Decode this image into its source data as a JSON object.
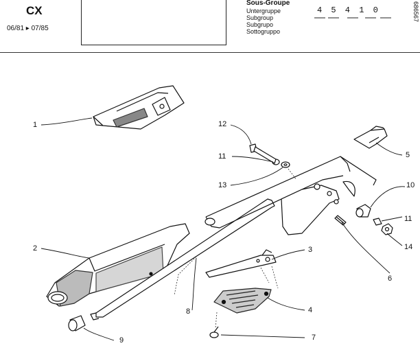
{
  "header": {
    "model": "CX",
    "dates": "06/81 ▸ 07/85",
    "subgroup_labels": [
      "Sous-Groupe",
      "Untergruppe",
      "Subgroup",
      "Subgrupo",
      "Sottogruppo"
    ],
    "subgroup_number": "4 5 4  1 0",
    "side_ref": "686567"
  },
  "callouts": [
    "1",
    "2",
    "3",
    "4",
    "5",
    "6",
    "7",
    "8",
    "9",
    "10",
    "11",
    "11",
    "12",
    "13",
    "14"
  ]
}
